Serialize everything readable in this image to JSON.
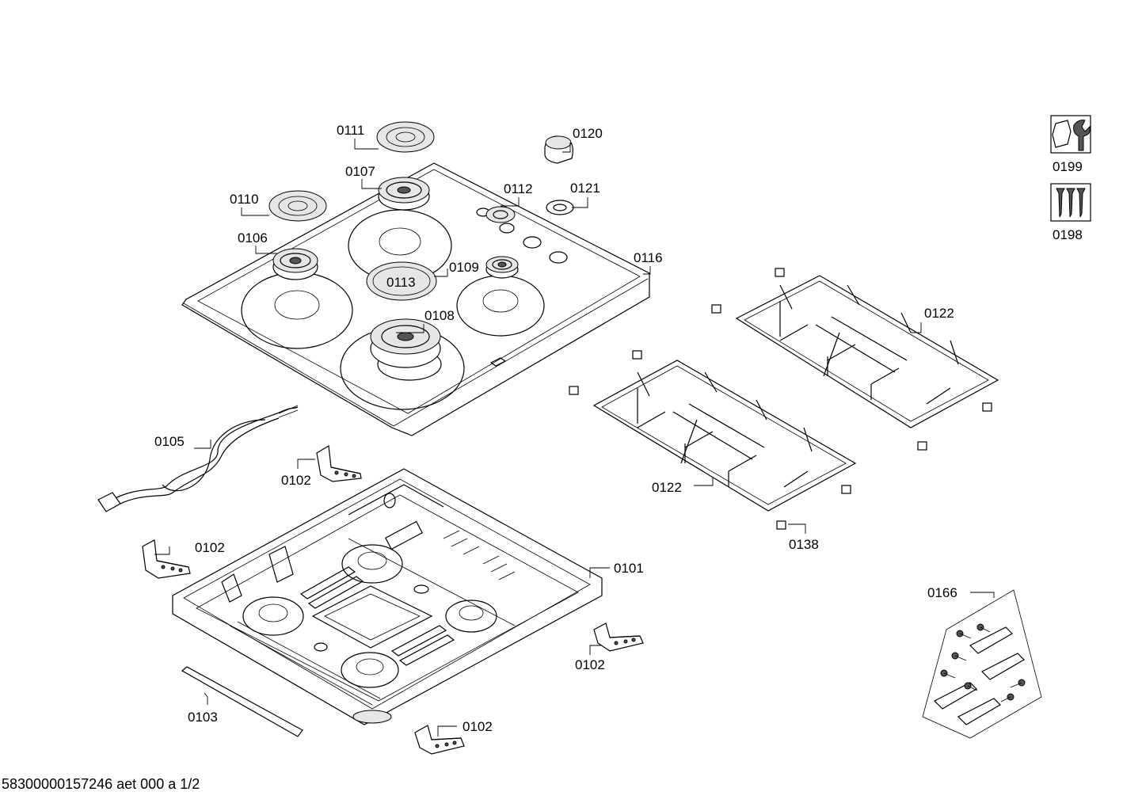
{
  "labels": {
    "p0101": "0101",
    "p0102a": "0102",
    "p0102b": "0102",
    "p0102c": "0102",
    "p0102d": "0102",
    "p0103": "0103",
    "p0105": "0105",
    "p0106": "0106",
    "p0107": "0107",
    "p0108": "0108",
    "p0109": "0109",
    "p0110": "0110",
    "p0111": "0111",
    "p0112": "0112",
    "p0113": "0113",
    "p0116": "0116",
    "p0120": "0120",
    "p0121": "0121",
    "p0122a": "0122",
    "p0122b": "0122",
    "p0138": "0138",
    "p0166": "0166",
    "p0198": "0198",
    "p0199": "0199"
  },
  "footer": "58300000157246 aet 000 a 1/2",
  "icons": {
    "tool": "wrench-nut-icon",
    "screws": "screws-icon"
  }
}
